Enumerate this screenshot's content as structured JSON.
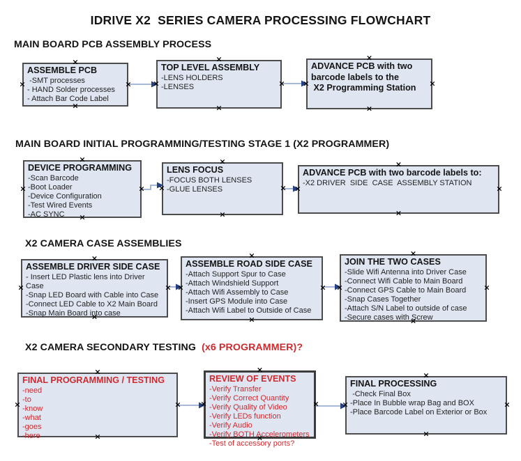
{
  "page_title": "IDRIVE X2  SERIES CAMERA PROCESSING FLOWCHART",
  "colors": {
    "background": "#ffffff",
    "box_fill": "#dfe6f2",
    "box_border": "#4c4c4c",
    "box_border_thick": "#3c3c3c",
    "arrow_line": "#8aa2cc",
    "arrow_head": "#26417f",
    "handle": "#000000",
    "black_text": "#141414",
    "red_text": "#cb2b30"
  },
  "sections": [
    {
      "heading": [
        {
          "text": "MAIN BOARD PCB ASSEMBLY PROCESS",
          "color": "#141414"
        }
      ],
      "boxes": [
        {
          "title": "ASSEMBLE PCB",
          "items": [
            " -SMT processes",
            "- HAND Solder processes",
            "- Attach Bar Code Label"
          ]
        },
        {
          "title": "TOP LEVEL ASSEMBLY",
          "items": [
            "-LENS HOLDERS",
            "-LENSES"
          ]
        },
        {
          "title": "ADVANCE PCB with two\nbarcode labels to the\n X2 Programming Station",
          "items": []
        }
      ]
    },
    {
      "heading": [
        {
          "text": "MAIN BOARD INITIAL PROGRAMMING/TESTING STAGE 1 (X2 PROGRAMMER)",
          "color": "#141414"
        }
      ],
      "boxes": [
        {
          "title": "DEVICE PROGRAMMING",
          "items": [
            "-Scan Barcode",
            "-Boot Loader",
            "-Device Configuration",
            "-Test Wired Events",
            "-AC SYNC"
          ]
        },
        {
          "title": "LENS FOCUS",
          "items": [
            "-FOCUS BOTH LENSES",
            "-GLUE LENSES"
          ]
        },
        {
          "title": "ADVANCE PCB with two barcode labels to:",
          "items": [
            "-X2 DRIVER  SIDE  CASE  ASSEMBLY STATION"
          ]
        }
      ]
    },
    {
      "heading": [
        {
          "text": "X2 CAMERA CASE ASSEMBLIES",
          "color": "#141414"
        }
      ],
      "boxes": [
        {
          "title": "ASSEMBLE DRIVER SIDE CASE",
          "items": [
            "- Insert LED Plastic lens into Driver Case",
            "-Snap LED Board with Cable into Case",
            "-Connect LED Cable to X2 Main Board",
            "-Snap Main Board into case"
          ]
        },
        {
          "title": "ASSEMBLE ROAD SIDE CASE",
          "items": [
            "-Attach Support Spur to Case",
            "-Attach Windshield Support",
            "-Attach Wifi Assembly to Case",
            "-Insert GPS Module into Case",
            "-Attach Wifi Label to Outside of Case"
          ]
        },
        {
          "title": "JOIN THE TWO CASES",
          "items": [
            "-Slide Wifi Antenna into Driver Case",
            "-Connect Wifi Cable to Main Board",
            "-Connect GPS Cable to Main Board",
            "-Snap Cases Together",
            "-Attach S/N Label to outside of case",
            "-Secure cases with Screw"
          ]
        }
      ]
    },
    {
      "heading": [
        {
          "text": "X2 CAMERA SECONDARY TESTING  ",
          "color": "#141414"
        },
        {
          "text": "(x6 PROGRAMMER)?",
          "color": "#cb2b30"
        }
      ],
      "boxes": [
        {
          "title": "FINAL PROGRAMMING / TESTING",
          "text_color": "#cb2b30",
          "items": [
            "-need",
            "-to",
            "-know",
            "-what",
            "-goes",
            "-here"
          ]
        },
        {
          "title": "REVIEW OF EVENTS",
          "text_color": "#cb2b30",
          "items": [
            "-Verify Transfer",
            "-Verify Correct Quantity",
            "-Verify Quality of Video",
            "-Verify LEDs function",
            "-Verify Audio",
            "-Verify BOTH Accelerometers",
            "-Test of accessory ports?"
          ]
        },
        {
          "title": "FINAL PROCESSING",
          "items": [
            " -Check Final Box",
            "-Place In Bubble wrap Bag and BOX",
            "-Place Barcode Label on Exterior or Box"
          ]
        }
      ]
    }
  ]
}
